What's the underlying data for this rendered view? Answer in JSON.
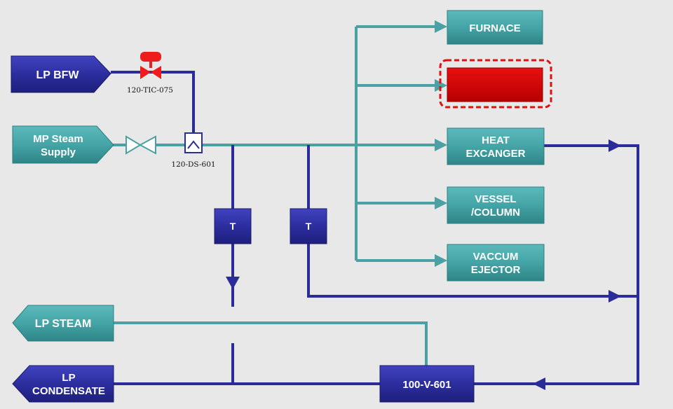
{
  "colors": {
    "background": "#e9e8e9",
    "steam_line": "#4ba0a3",
    "condensate_line": "#2a2c9a",
    "teal_box": "#45a6a8",
    "navy_box": "#2d2e9e",
    "alarm_red": "#d20000"
  },
  "sources": {
    "lp_bfw": "LP BFW",
    "mp_steam_line1": "MP Steam",
    "mp_steam_line2": "Supply"
  },
  "outlets": {
    "lp_steam": "LP STEAM",
    "lp_condensate_line1": "LP",
    "lp_condensate_line2": "CONDENSATE"
  },
  "consumers": {
    "furnace": "FURNACE",
    "unlabeled_red": "",
    "heat_exchanger_line1": "HEAT",
    "heat_exchanger_line2": "EXCANGER",
    "vessel_line1": "VESSEL",
    "vessel_line2": "/COLUMN",
    "ejector_line1": "VACCUM",
    "ejector_line2": "EJECTOR"
  },
  "instruments": {
    "control_valve_tag": "120-TIC-075",
    "desuperheater_tag": "120-DS-601",
    "trap_left": "T",
    "trap_right": "T",
    "vessel_tag": "100-V-601"
  }
}
